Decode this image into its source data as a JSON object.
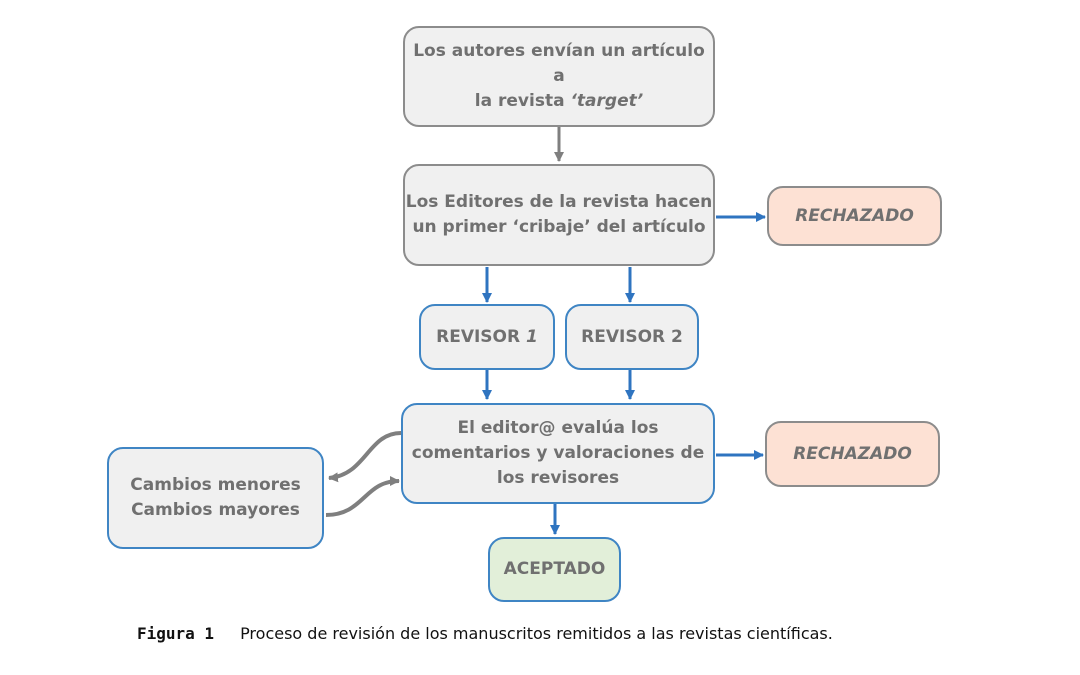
{
  "diagram": {
    "step1": {
      "line1": "Los autores envían un artículo a",
      "line2_prefix": "la revista ",
      "line2_italic": "‘target’"
    },
    "step2": {
      "line1": "Los Editores de la revista hacen",
      "line2": "un primer ‘cribaje’ del artículo"
    },
    "rejected_1": "RECHAZADO",
    "reviewer1": {
      "prefix": "REVISOR ",
      "italic": "1"
    },
    "reviewer2": "REVISOR 2",
    "step3": {
      "line1": "El editor@ evalúa los",
      "line2": "comentarios y valoraciones de",
      "line3": "los revisores"
    },
    "rejected_2": "RECHAZADO",
    "changes": {
      "line1": "Cambios menores",
      "line2": "Cambios mayores"
    },
    "accepted": "ACEPTADO"
  },
  "caption": {
    "label": "Figura 1",
    "text": "Proceso de revisión de los manuscritos remitidos a las revistas científicas."
  },
  "colors": {
    "gray_border": "#8c8c8c",
    "blue_border": "#3f85c4",
    "box_fill": "#f0f0f0",
    "rejected_fill": "#fde1d4",
    "accepted_fill": "#e2efd9",
    "text": "#707070"
  }
}
